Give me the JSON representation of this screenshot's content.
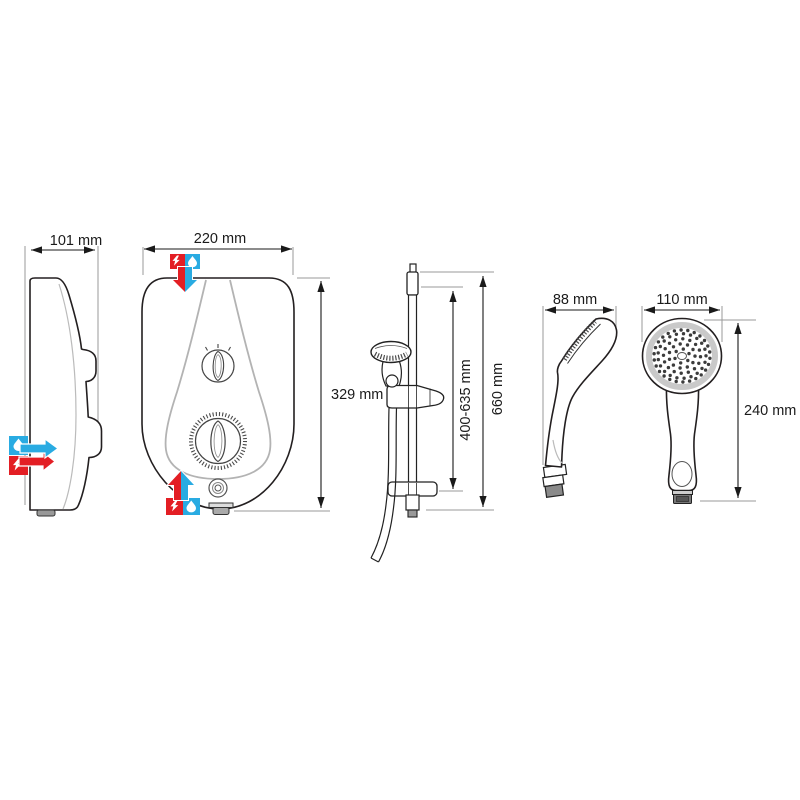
{
  "dimensions": {
    "side_width": "101 mm",
    "front_width": "220 mm",
    "front_height": "329 mm",
    "rail_adjustable": "400-635 mm",
    "rail_overall": "660 mm",
    "handset_side_width": "88 mm",
    "handset_front_width": "110 mm",
    "handset_front_height": "240 mm"
  },
  "colors": {
    "electric_red": "#e31e24",
    "water_blue": "#29abe2",
    "outline_black": "#231f20",
    "detail_gray": "#b3b3b3"
  },
  "icons": {
    "electric": "lightning-bolt-icon",
    "water": "water-drop-icon"
  }
}
